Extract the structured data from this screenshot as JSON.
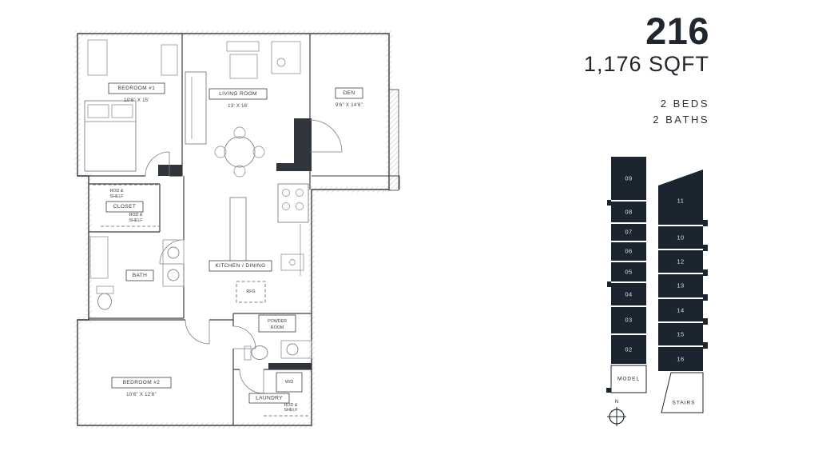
{
  "header": {
    "unit": "216",
    "sqft": "1,176 SQFT",
    "beds": "2 BEDS",
    "baths": "2 BATHS"
  },
  "floorplan": {
    "bedroom1": {
      "name": "BEDROOM #1",
      "dims": "10'6\" X 15'"
    },
    "living": {
      "name": "LIVING ROOM",
      "dims": "13' X 16'"
    },
    "den": {
      "name": "DEN",
      "dims": "9'6\" X 14'6\""
    },
    "closet": {
      "name": "CLOSET"
    },
    "bath": {
      "name": "BATH"
    },
    "kitchen": {
      "name": "KITCHEN / DINING"
    },
    "powder": {
      "line1": "POWDER",
      "line2": "ROOM"
    },
    "bedroom2": {
      "name": "BEDROOM #2",
      "dims": "10'6\" X 12'6\""
    },
    "laundry": {
      "name": "LAUNDRY"
    },
    "rfg": "RFG",
    "wd": "W/D",
    "rod_shelf": {
      "line1": "ROD &",
      "line2": "SHELF"
    }
  },
  "locator": {
    "left_units": [
      "09",
      "08",
      "07",
      "06",
      "05",
      "04",
      "03",
      "02"
    ],
    "right_units": [
      "11",
      "10",
      "12",
      "13",
      "14",
      "15",
      "16"
    ],
    "model": "MODEL",
    "stairs": "STAIRS",
    "compass_n": "N",
    "unit_fill": "#1b2530",
    "unit_text": "#dde2e6"
  }
}
